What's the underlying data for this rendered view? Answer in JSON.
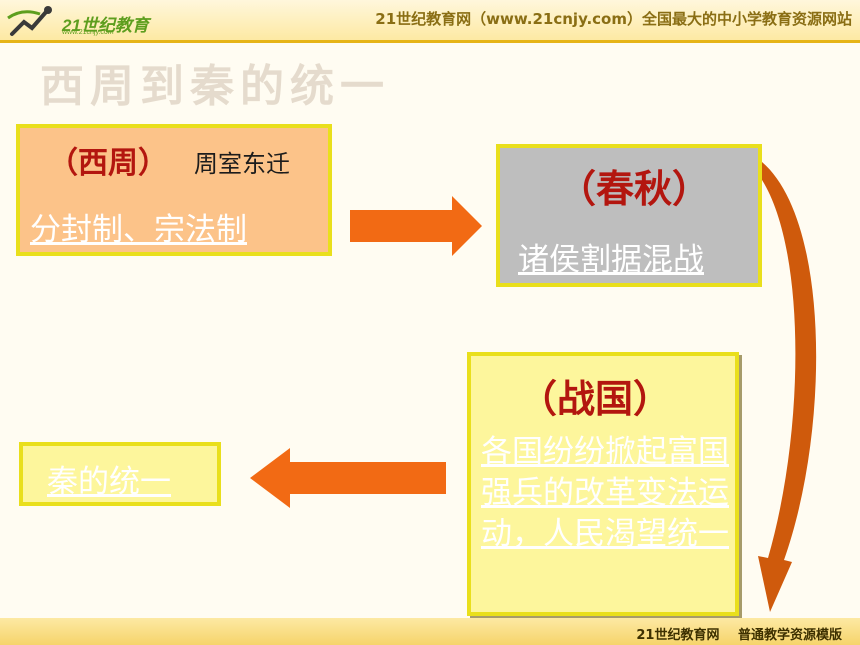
{
  "header": {
    "logo_text": "21世纪教育",
    "logo_url": "www.21cnjy.com",
    "site_title": "21世纪教育网（www.21cnjy.com）全国最大的中小学教育资源网站"
  },
  "faded_title": "西周到秦的统一",
  "boxes": {
    "west_zhou": {
      "title": "（西周）",
      "subtitle": "周室东迁",
      "link": "分封制、宗法制"
    },
    "spring_autumn": {
      "title": "（春秋）",
      "link": "诸侯割据混战"
    },
    "warring_states": {
      "title": "（战国）",
      "body": " 各国纷纷掀起富国强兵的改革变法运动，人民渴望统一"
    },
    "qin": {
      "link": "秦的统一"
    }
  },
  "footer": {
    "text": "21世纪教育网  普通教学资源模版"
  },
  "colors": {
    "arrow": "#f26a14",
    "curve_arrow": "#cf5a0c",
    "title_red": "#b3160f",
    "box_border": "#e9df1c"
  }
}
